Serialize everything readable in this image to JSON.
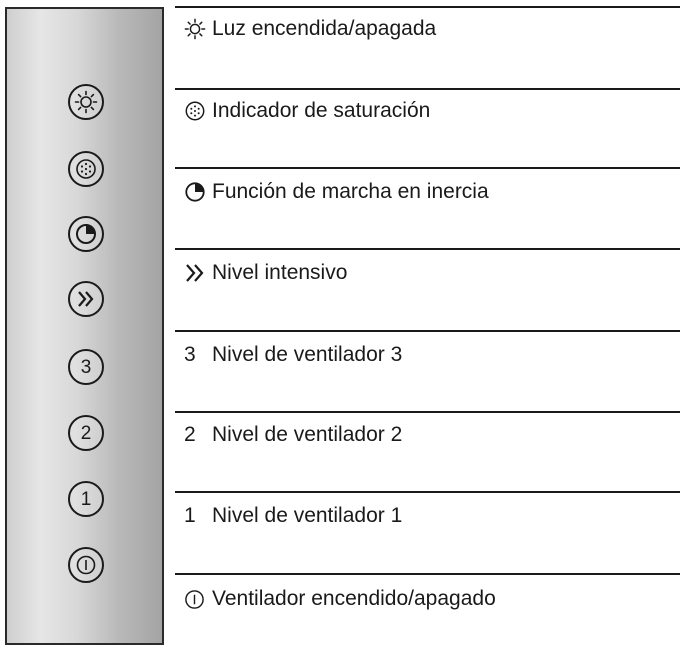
{
  "panel": {
    "buttons": [
      {
        "icon": "light-icon"
      },
      {
        "icon": "saturation-indicator-icon"
      },
      {
        "icon": "run-on-icon"
      },
      {
        "icon": "intensive-icon"
      },
      {
        "label": "3"
      },
      {
        "label": "2"
      },
      {
        "label": "1"
      },
      {
        "icon": "power-icon"
      }
    ]
  },
  "legend": [
    {
      "icon": "light-icon",
      "text": "Luz encendida/apagada"
    },
    {
      "icon": "saturation-indicator-icon",
      "text": "Indicador de saturación"
    },
    {
      "icon": "run-on-icon",
      "text": "Función de marcha en inercia"
    },
    {
      "icon": "intensive-icon",
      "text": "Nivel intensivo"
    },
    {
      "symbol": "3",
      "text": "Nivel de ventilador 3"
    },
    {
      "symbol": "2",
      "text": "Nivel de ventilador 2"
    },
    {
      "symbol": "1",
      "text": "Nivel de ventilador 1"
    },
    {
      "icon": "power-icon",
      "text": "Ventilador encendido/apagado"
    }
  ]
}
